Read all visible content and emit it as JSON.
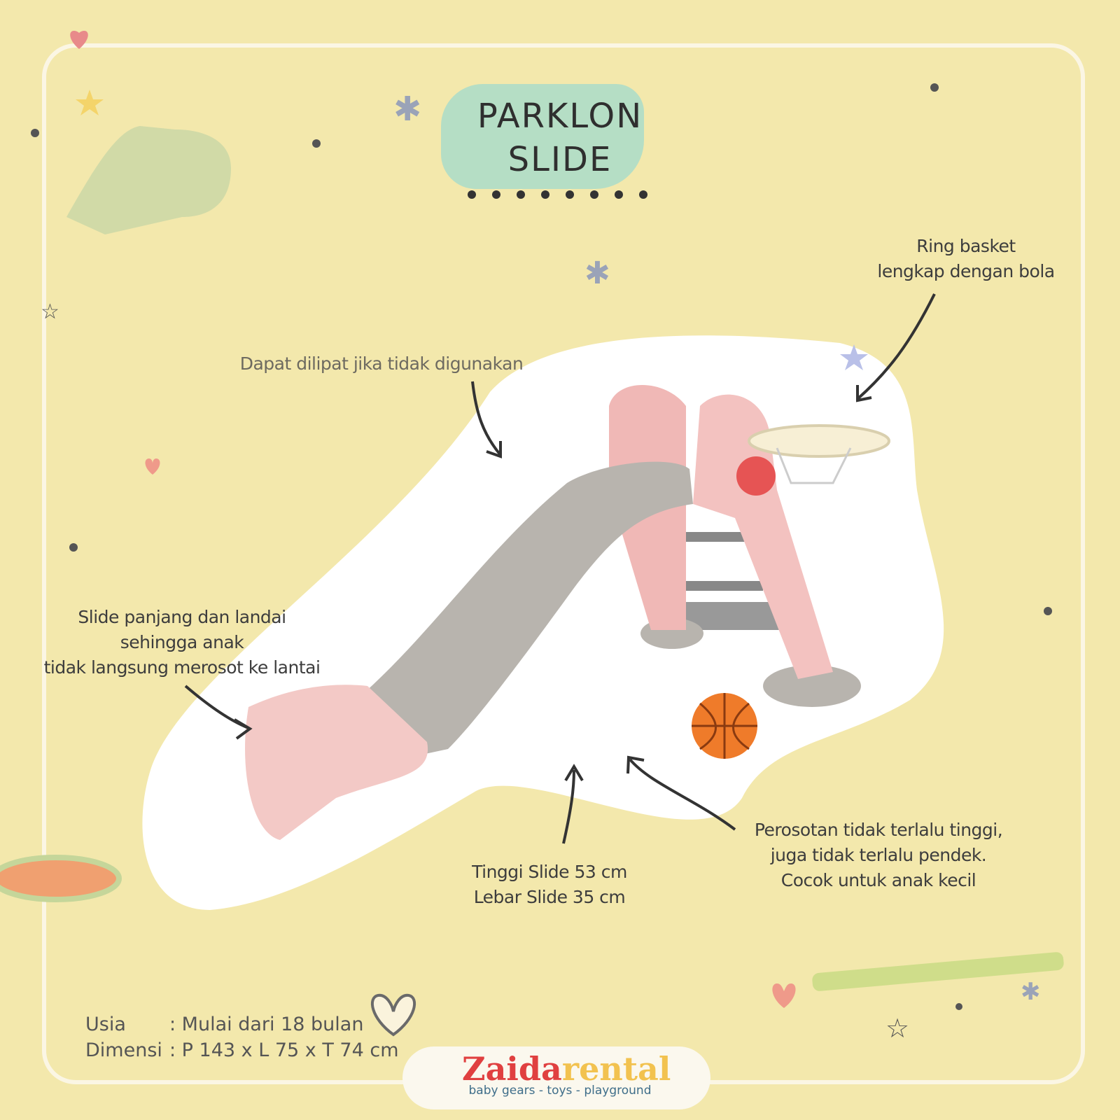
{
  "title": {
    "line1": "PARKLON",
    "line2": "SLIDE"
  },
  "callouts": {
    "ring": [
      "Ring basket",
      "lengkap dengan bola"
    ],
    "fold": "Dapat dilipat jika tidak digunakan",
    "slide": [
      "Slide panjang dan landai",
      "sehingga anak",
      "tidak langsung merosot ke lantai"
    ],
    "size": [
      "Tinggi Slide 53 cm",
      "Lebar Slide 35 cm"
    ],
    "height": [
      "Perosotan tidak terlalu tinggi,",
      "juga tidak terlalu pendek.",
      "Cocok untuk anak kecil"
    ]
  },
  "specs": [
    {
      "label": "Usia",
      "value": ": Mulai dari 18 bulan"
    },
    {
      "label": "Dimensi",
      "value": ": P 143 x L 75 x T 74 cm"
    }
  ],
  "logo": {
    "part1": "Zaida",
    "part2": "rental",
    "tagline": "baby gears - toys - playground"
  },
  "colors": {
    "background": "#f3e8ac",
    "accent_red": "#e04040",
    "accent_yellow": "#f2c24f",
    "slide_pink": "#f3c9c6",
    "slide_grey": "#b8b4ae"
  }
}
